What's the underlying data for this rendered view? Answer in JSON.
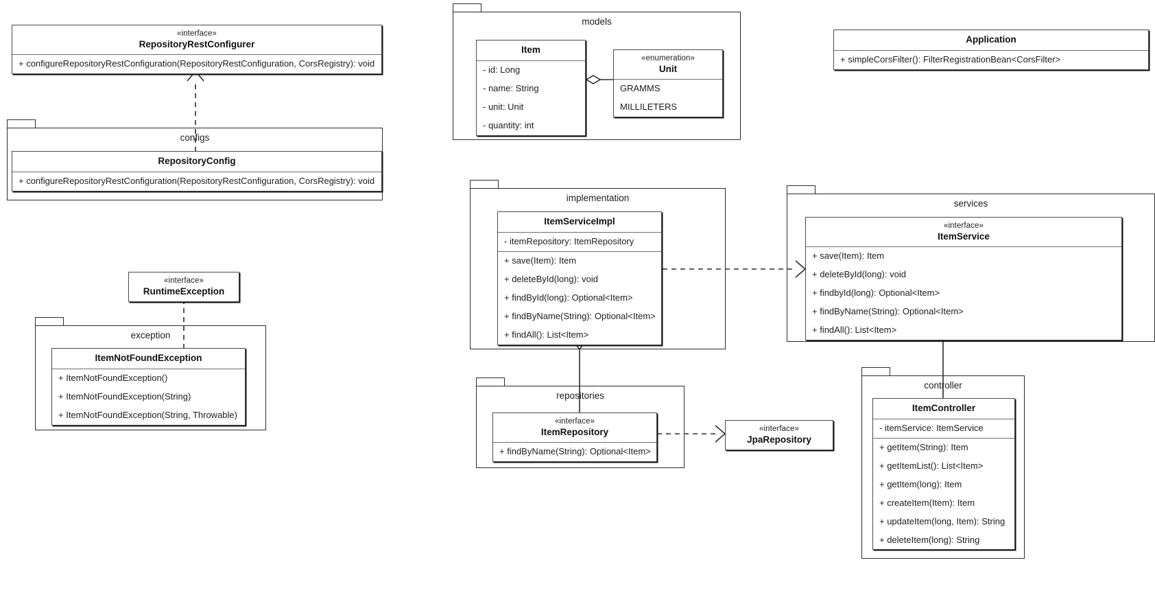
{
  "diagram": {
    "title": "UML class diagram",
    "stereotype_interface": "«interface»",
    "stereotype_enumeration": "«enumeration»"
  },
  "packages": {
    "configs": {
      "label": "configs"
    },
    "models": {
      "label": "models"
    },
    "exception": {
      "label": "exception"
    },
    "implementation": {
      "label": "implementation"
    },
    "services": {
      "label": "services"
    },
    "repositories": {
      "label": "repositories"
    },
    "controller": {
      "label": "controller"
    }
  },
  "classes": {
    "repository_rest_configurer": {
      "stereotype": "«interface»",
      "name": "RepositoryRestConfigurer",
      "methods": [
        "+ configureRepositoryRestConfiguration(RepositoryRestConfiguration, CorsRegistry): void"
      ]
    },
    "repository_config": {
      "stereotype": "",
      "name": "RepositoryConfig",
      "methods": [
        "+ configureRepositoryRestConfiguration(RepositoryRestConfiguration, CorsRegistry): void"
      ]
    },
    "item": {
      "stereotype": "",
      "name": "Item",
      "attributes": [
        "- id: Long",
        "- name: String",
        "- unit: Unit",
        "- quantity: int"
      ]
    },
    "unit": {
      "stereotype": "«enumeration»",
      "name": "Unit",
      "literals": [
        "GRAMMS",
        "MILLILETERS"
      ]
    },
    "application": {
      "stereotype": "",
      "name": "Application",
      "methods": [
        "+ simpleCorsFilter(): FilterRegistrationBean<CorsFilter>"
      ]
    },
    "runtime_exception": {
      "stereotype": "«interface»",
      "name": "RuntimeException",
      "methods": []
    },
    "item_not_found_exception": {
      "stereotype": "",
      "name": "ItemNotFoundException",
      "methods": [
        "+ ItemNotFoundException()",
        "+ ItemNotFoundException(String)",
        "+ ItemNotFoundException(String, Throwable)"
      ]
    },
    "item_service_impl": {
      "stereotype": "",
      "name": "ItemServiceImpl",
      "attributes": [
        "- itemRepository: ItemRepository"
      ],
      "methods": [
        "+ save(Item): Item",
        "+ deleteById(long): void",
        "+ findById(long): Optional<Item>",
        "+ findByName(String): Optional<Item>",
        "+ findAll(): List<Item>"
      ]
    },
    "item_service": {
      "stereotype": "«interface»",
      "name": "ItemService",
      "methods": [
        "+ save(Item): Item",
        "+ deleteById(long): void",
        "+ findbyId(long): Optional<Item>",
        "+ findByName(String): Optional<Item>",
        "+ findAll(): List<Item>"
      ]
    },
    "item_repository": {
      "stereotype": "«interface»",
      "name": "ItemRepository",
      "methods": [
        "+ findByName(String): Optional<Item>"
      ]
    },
    "jpa_repository": {
      "stereotype": "«interface»",
      "name": "JpaRepository",
      "methods": []
    },
    "item_controller": {
      "stereotype": "",
      "name": "ItemController",
      "attributes": [
        "- itemService: ItemService"
      ],
      "methods": [
        "+ getItem(String): Item",
        "+ getItemList(): List<Item>",
        "+ getItem(long): Item",
        "+ createItem(Item): Item",
        "+ updateItem(long, Item): String",
        "+ deleteItem(long): String"
      ]
    }
  },
  "relationships": [
    {
      "name": "realization-repositoryconfig-to-repositoryrestconfigurer",
      "type": "realization",
      "from": "RepositoryConfig",
      "to": "RepositoryRestConfigurer"
    },
    {
      "name": "aggregation-item-unit",
      "type": "aggregation",
      "from": "Item",
      "to": "Unit"
    },
    {
      "name": "realization-itemnotfoundexception-to-runtimeexception",
      "type": "realization",
      "from": "ItemNotFoundException",
      "to": "RuntimeException"
    },
    {
      "name": "realization-itemserviceimpl-to-itemservice",
      "type": "realization",
      "from": "ItemServiceImpl",
      "to": "ItemService"
    },
    {
      "name": "aggregation-itemserviceimpl-itemrepository",
      "type": "aggregation",
      "from": "ItemServiceImpl",
      "to": "ItemRepository"
    },
    {
      "name": "realization-itemrepository-to-jparepository",
      "type": "realization",
      "from": "ItemRepository",
      "to": "JpaRepository"
    },
    {
      "name": "aggregation-itemservice-itemcontroller",
      "type": "aggregation",
      "from": "ItemService",
      "to": "ItemController"
    }
  ],
  "colors": {
    "line": "#2b2b2b",
    "class_border": "#4a4a4a",
    "text": "#1d1d1d",
    "background": "#ffffff"
  }
}
